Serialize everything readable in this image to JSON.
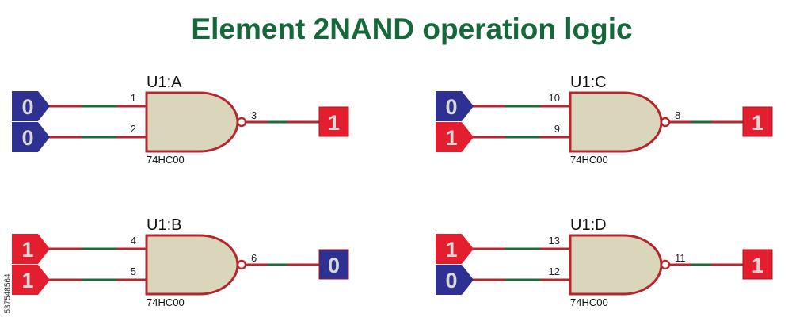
{
  "title": "Element 2NAND operation logic",
  "side_text": "537548564",
  "colors": {
    "title": "#14683a",
    "logic_0": "#2e3192",
    "logic_1": "#e31e2e",
    "gate_fill": "#d9d6bb",
    "gate_stroke": "#b5272d",
    "wire": "#b5272d",
    "wire_active": "#1e6b3c"
  },
  "gates": [
    {
      "name": "U1:A",
      "chip": "74HC00",
      "pins": [
        "1",
        "2",
        "3"
      ],
      "inputs": [
        "0",
        "0"
      ],
      "output": "1"
    },
    {
      "name": "U1:C",
      "chip": "74HC00",
      "pins": [
        "10",
        "9",
        "8"
      ],
      "inputs": [
        "0",
        "1"
      ],
      "output": "1"
    },
    {
      "name": "U1:B",
      "chip": "74HC00",
      "pins": [
        "4",
        "5",
        "6"
      ],
      "inputs": [
        "1",
        "1"
      ],
      "output": "0"
    },
    {
      "name": "U1:D",
      "chip": "74HC00",
      "pins": [
        "13",
        "12",
        "11"
      ],
      "inputs": [
        "1",
        "0"
      ],
      "output": "1"
    }
  ]
}
